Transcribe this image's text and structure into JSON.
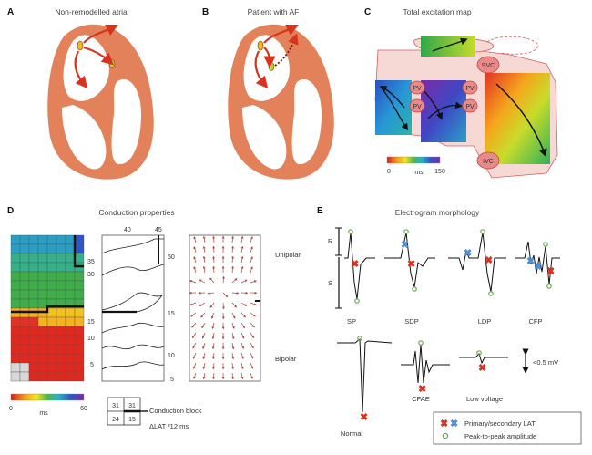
{
  "panels": {
    "a": {
      "letter": "A",
      "title": "Non-remodelled atria"
    },
    "b": {
      "letter": "B",
      "title": "Patient with AF"
    },
    "c": {
      "letter": "C",
      "title": "Total excitation map",
      "svc": "SVC",
      "ivc": "IVC",
      "pv": "PV",
      "scale_min": "0",
      "scale_unit": "ms",
      "scale_max": "150"
    },
    "d": {
      "letter": "D",
      "title": "Conduction properties",
      "grid_min": "0",
      "grid_unit": "ms",
      "grid_max": "60",
      "iso_top_a": "40",
      "iso_top_b": "45",
      "iso_left": [
        "35",
        "30",
        "15",
        "10",
        "5"
      ],
      "iso_right": [
        "50",
        "15",
        "10",
        "5"
      ],
      "unipolar": "Unipolar",
      "bipolar": "Bipolar",
      "box_vals": [
        "31",
        "31",
        "24",
        "15"
      ],
      "conduction_block": "Conduction block",
      "dlat": "ΔLAT ³12 ms"
    },
    "e": {
      "letter": "E",
      "title": "Electrogram morphology",
      "r_label": "R",
      "s_label": "S",
      "types_top": [
        "SP",
        "SDP",
        "LDP",
        "CFP"
      ],
      "types_bottom": [
        "Normal",
        "CFAE",
        "Low voltage"
      ],
      "amp_label": "<0.5 mV",
      "legend_lat": "Primary/secondary LAT",
      "legend_p2p": "Peak-to-peak amplitude"
    }
  },
  "colors": {
    "tissue": "#e2815a",
    "arrow_red": "#d8331f",
    "marker_red": "#d8331f",
    "marker_blue": "#4f8fd6",
    "marker_green": "#6aa84f"
  }
}
